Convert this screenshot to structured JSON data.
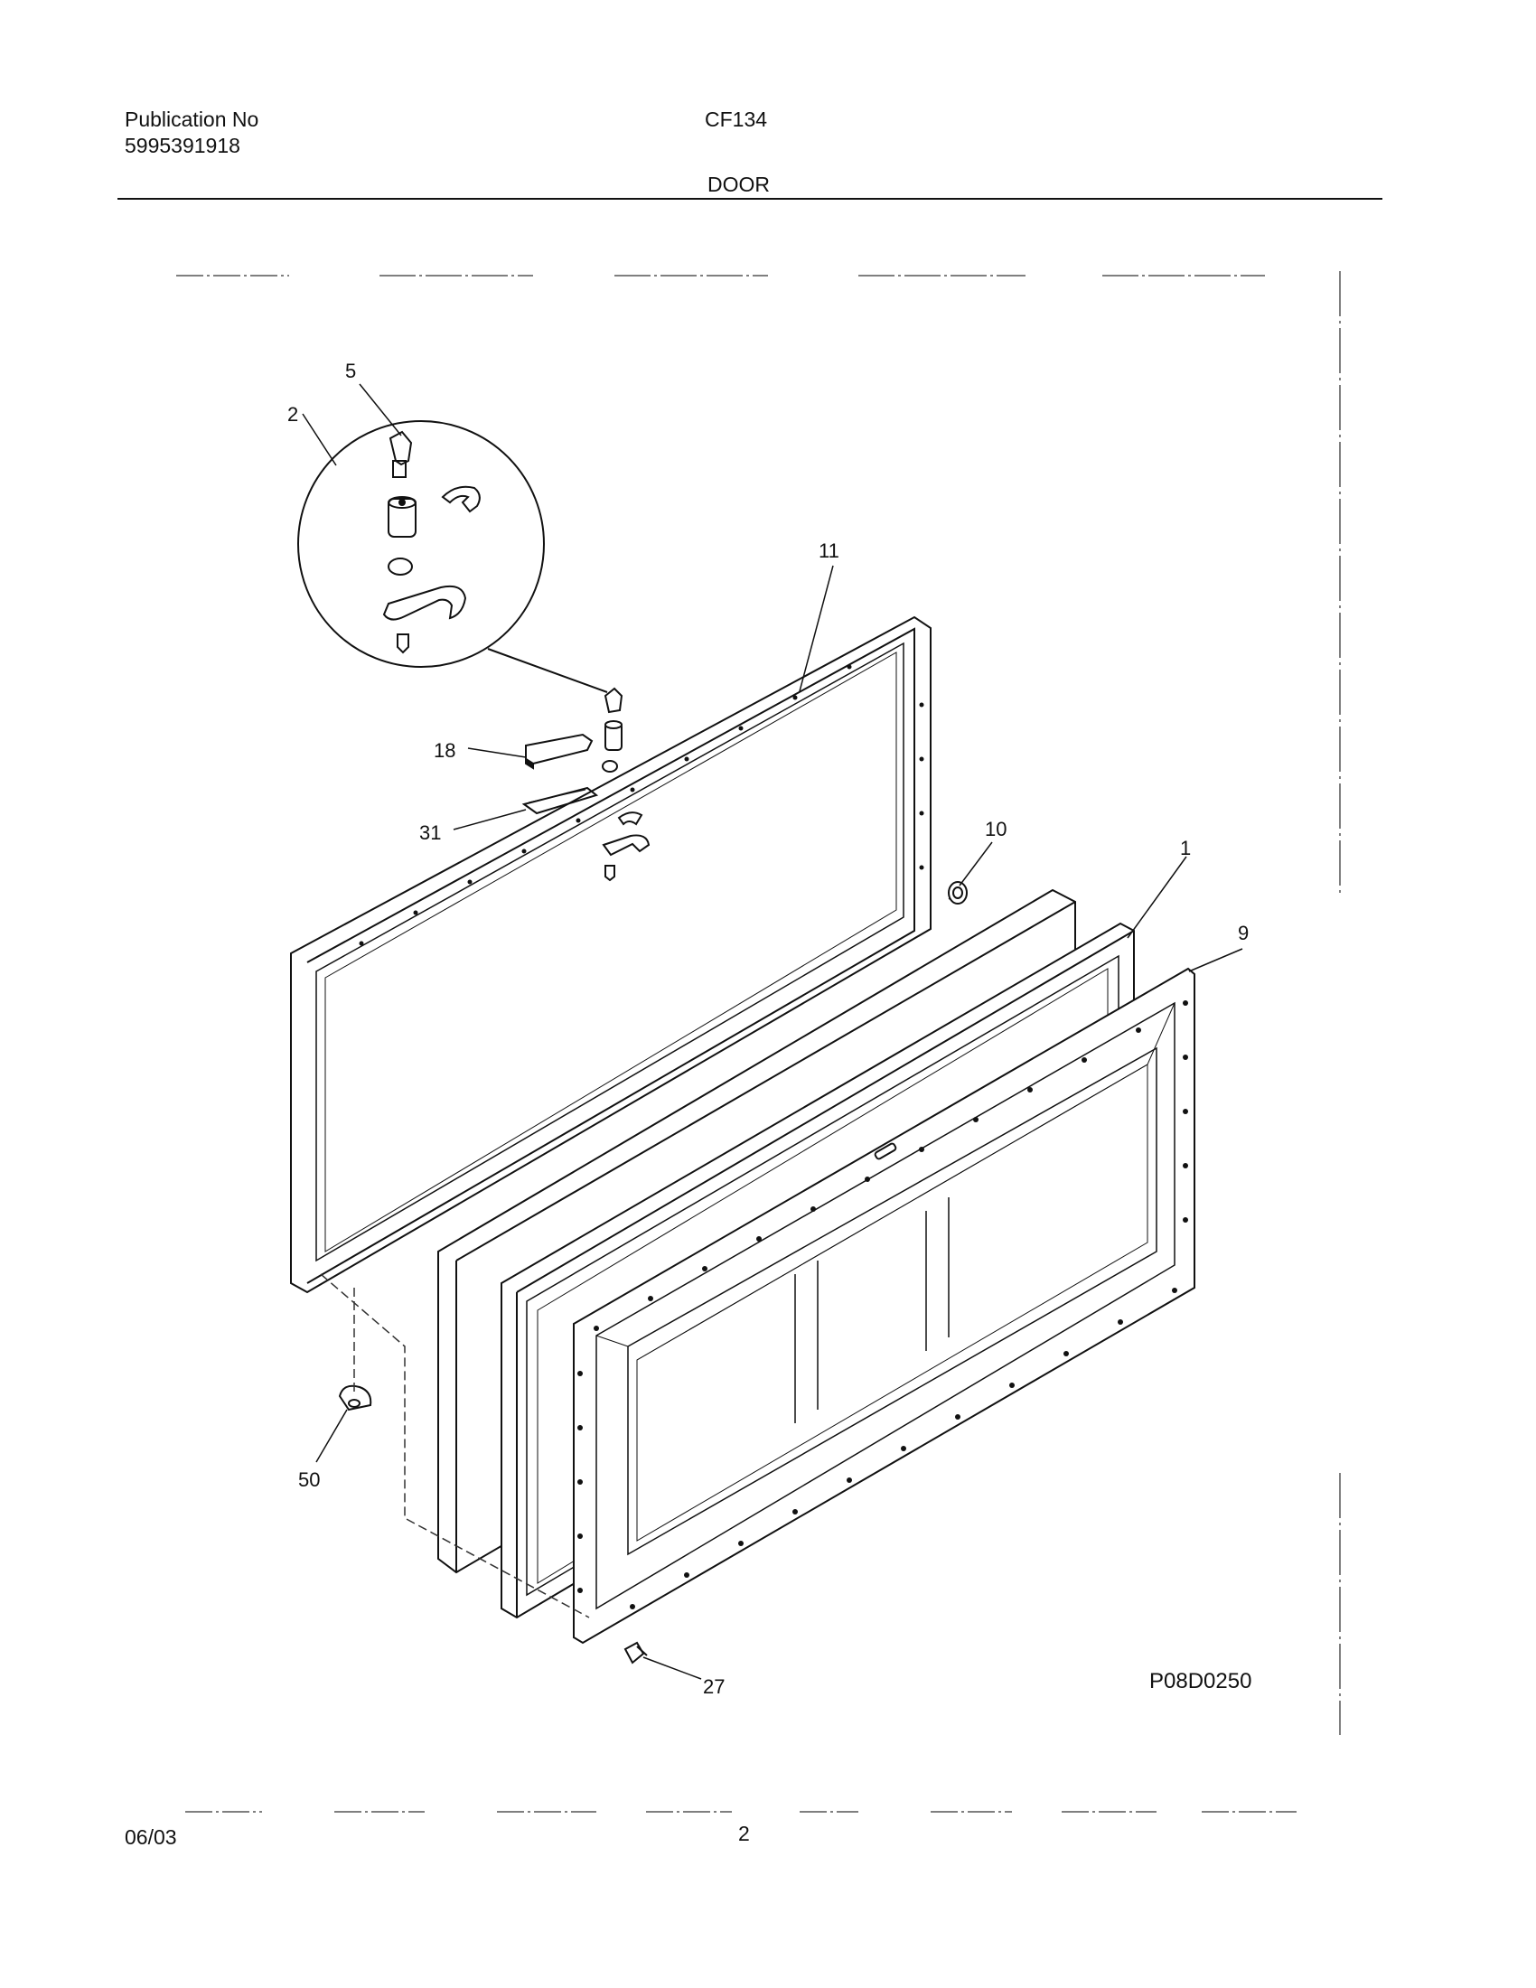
{
  "header": {
    "publication_label": "Publication No",
    "publication_number": "5995391918",
    "model": "CF134",
    "section": "DOOR"
  },
  "diagram": {
    "drawing_code": "P08D0250",
    "callouts": [
      "5",
      "2",
      "11",
      "18",
      "31",
      "10",
      "1",
      "9",
      "50",
      "27"
    ]
  },
  "footer": {
    "date": "06/03",
    "page_number": "2"
  }
}
